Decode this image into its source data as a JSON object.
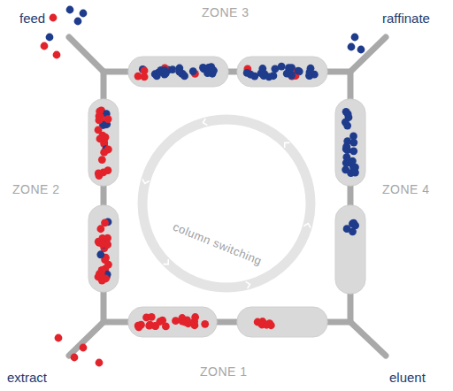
{
  "diagram": {
    "labels": [
      "feed",
      "raffinate",
      "ZONE 3",
      "ZONE 2",
      "ZONE 4",
      "column switching",
      "extract",
      "ZONE 1",
      "eluent"
    ]
  }
}
